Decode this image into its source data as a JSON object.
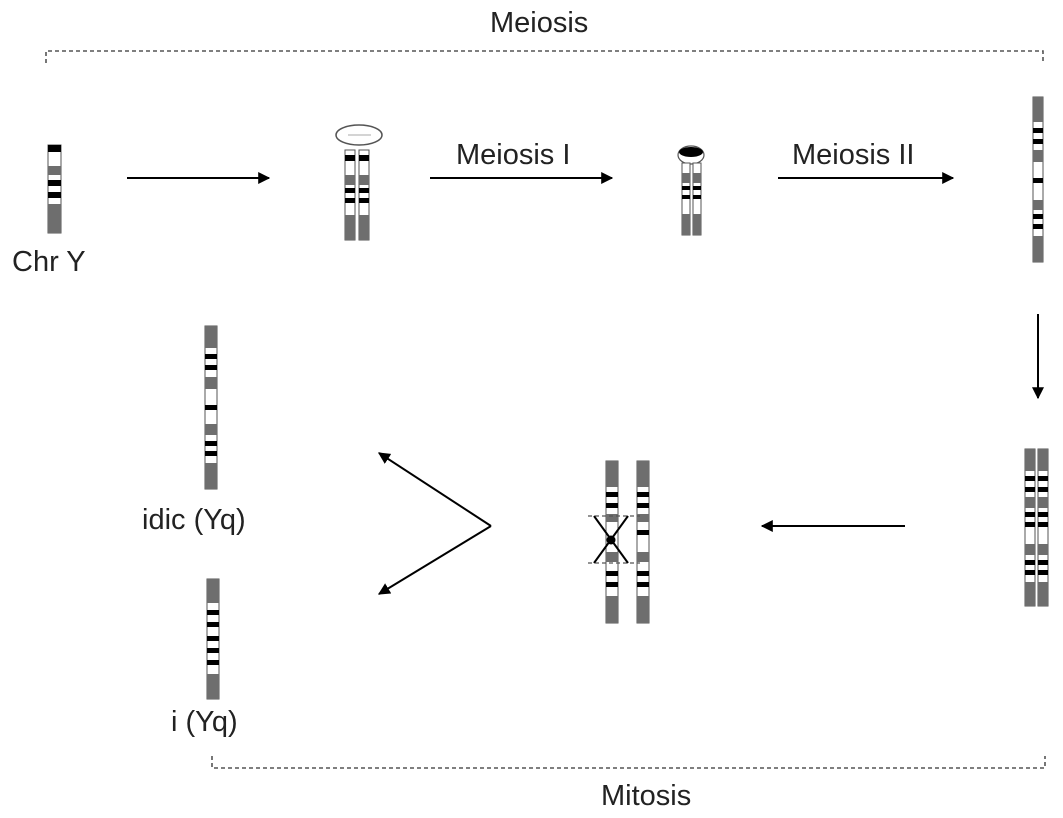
{
  "labels": {
    "meiosis_bracket": "Meiosis",
    "mitosis_bracket": "Mitosis",
    "chr_y": "Chr Y",
    "meiosis_1": "Meiosis I",
    "meiosis_2": "Meiosis II",
    "idic": "idic (Yq)",
    "iso": "i (Yq)"
  },
  "colors": {
    "heterochromatin": "#6e6e6e",
    "dark_band": "#000000",
    "light_band": "#ffffff",
    "outline": "#555555",
    "line": "#000000",
    "dashed": "#555555",
    "text": "#222222"
  }
}
